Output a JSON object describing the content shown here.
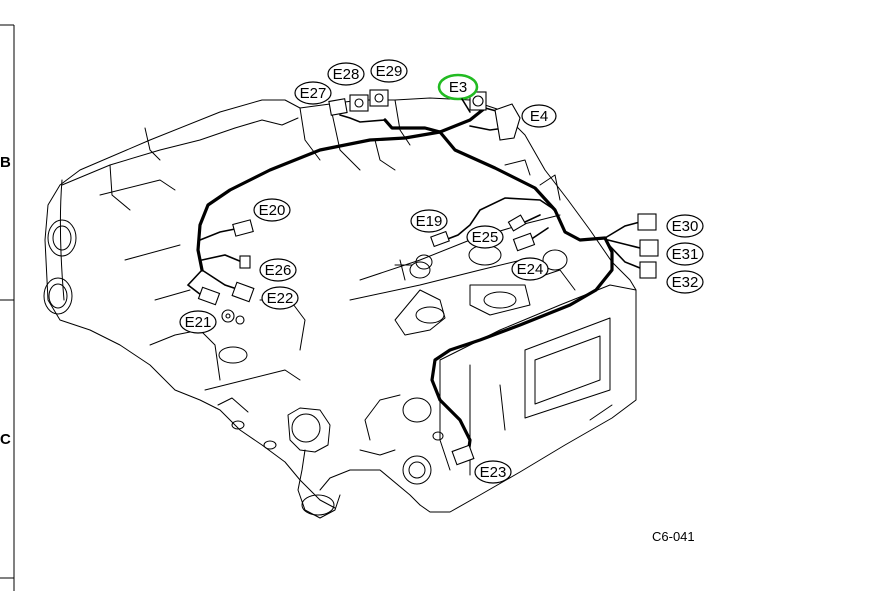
{
  "grid_letters": [
    "B",
    "C"
  ],
  "figure_id": "C6-041",
  "highlight_color": "#22bb22",
  "callouts": [
    {
      "id": "e3",
      "label": "E3",
      "highlighted": true
    },
    {
      "id": "e4",
      "label": "E4"
    },
    {
      "id": "e27",
      "label": "E27"
    },
    {
      "id": "e28",
      "label": "E28"
    },
    {
      "id": "e29",
      "label": "E29"
    },
    {
      "id": "e20",
      "label": "E20"
    },
    {
      "id": "e19",
      "label": "E19"
    },
    {
      "id": "e25",
      "label": "E25"
    },
    {
      "id": "e24",
      "label": "E24"
    },
    {
      "id": "e26",
      "label": "E26"
    },
    {
      "id": "e22",
      "label": "E22"
    },
    {
      "id": "e21",
      "label": "E21"
    },
    {
      "id": "e30",
      "label": "E30"
    },
    {
      "id": "e31",
      "label": "E31"
    },
    {
      "id": "e32",
      "label": "E32"
    },
    {
      "id": "e23",
      "label": "E23"
    }
  ]
}
